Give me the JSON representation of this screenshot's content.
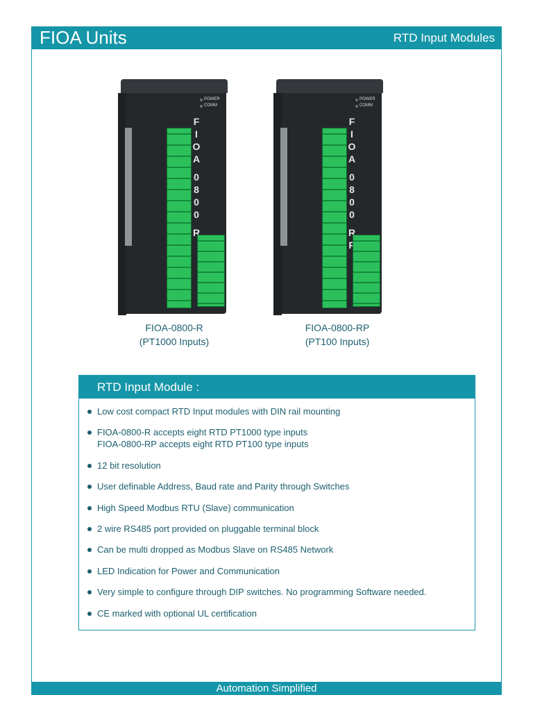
{
  "header": {
    "title": "FIOA Units",
    "subtitle": "RTD Input Modules"
  },
  "products": [
    {
      "model_text": [
        "F",
        "I",
        "O",
        "A",
        "0",
        "8",
        "0",
        "0",
        "R"
      ],
      "leds": [
        "POWER",
        "COMM"
      ],
      "caption_line1": "FIOA-0800-R",
      "caption_line2": "(PT1000 Inputs)"
    },
    {
      "model_text": [
        "F",
        "I",
        "O",
        "A",
        "0",
        "8",
        "0",
        "0",
        "R",
        "P"
      ],
      "leds": [
        "POWER",
        "COMM"
      ],
      "caption_line1": "FIOA-0800-RP",
      "caption_line2": "(PT100 Inputs)"
    }
  ],
  "features": {
    "heading": "RTD Input Module :",
    "items": [
      [
        "Low cost compact RTD Input modules  with DIN rail mounting"
      ],
      [
        "FIOA-0800-R accepts eight RTD PT1000 type inputs",
        "FIOA-0800-RP accepts eight RTD PT100 type inputs"
      ],
      [
        "12 bit resolution"
      ],
      [
        "User definable Address, Baud rate and Parity through Switches"
      ],
      [
        "High Speed Modbus RTU (Slave) communication"
      ],
      [
        "2 wire RS485 port provided on pluggable terminal block"
      ],
      [
        "Can be multi dropped as Modbus Slave on RS485 Network"
      ],
      [
        "LED Indication for Power and Communication"
      ],
      [
        "Very simple to configure through DIP switches. No programming Software needed."
      ],
      [
        "CE marked with optional UL certification"
      ]
    ]
  },
  "footer": {
    "tagline": "Automation Simplified"
  },
  "colors": {
    "accent": "#1596a8",
    "text": "#1b5e6e",
    "terminal_green": "#2cc05c",
    "device_body": "#25282b"
  }
}
